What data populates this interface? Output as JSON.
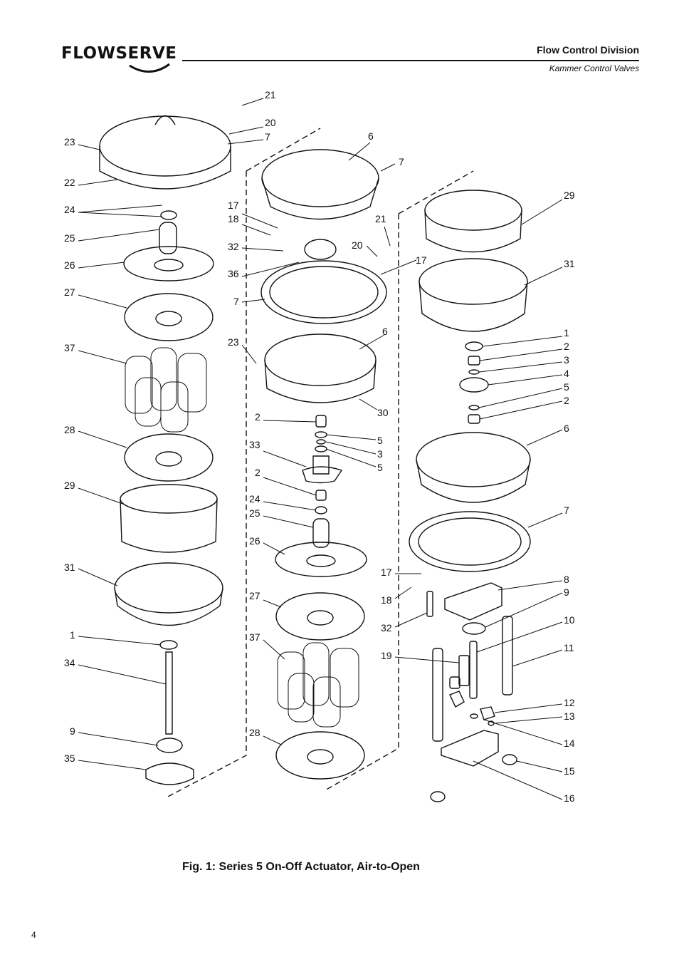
{
  "header": {
    "logo_text": "FLOWSERVE",
    "division": "Flow Control Division",
    "subtitle": "Kammer Control Valves"
  },
  "figure": {
    "caption": "Fig. 1: Series 5 On-Off Actuator, Air-to-Open"
  },
  "callouts": {
    "left": [
      "21",
      "20",
      "7",
      "23",
      "22",
      "24",
      "25",
      "26",
      "27",
      "37",
      "28",
      "29",
      "31",
      "1",
      "34",
      "9",
      "35"
    ],
    "middle": [
      "6",
      "7",
      "17",
      "18",
      "32",
      "36",
      "7",
      "21",
      "20",
      "17",
      "23",
      "6",
      "30",
      "2",
      "5",
      "33",
      "3",
      "5",
      "2",
      "24",
      "25",
      "26",
      "27",
      "37",
      "28"
    ],
    "right": [
      "29",
      "31",
      "1",
      "2",
      "3",
      "4",
      "5",
      "2",
      "6",
      "7",
      "8",
      "9",
      "10",
      "11",
      "12",
      "13",
      "14",
      "15",
      "16",
      "17",
      "18",
      "32",
      "19"
    ]
  },
  "page": {
    "number": "4"
  }
}
